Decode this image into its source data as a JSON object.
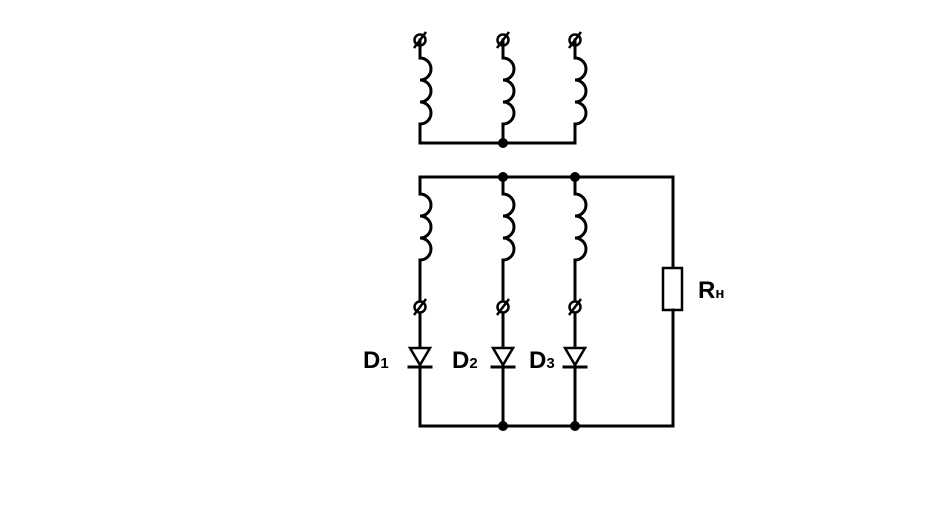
{
  "diagram": {
    "diodes": [
      {
        "letter": "D",
        "index": "1"
      },
      {
        "letter": "D",
        "index": "2"
      },
      {
        "letter": "D",
        "index": "3"
      }
    ],
    "load": {
      "letter": "R",
      "sub": "н"
    }
  }
}
